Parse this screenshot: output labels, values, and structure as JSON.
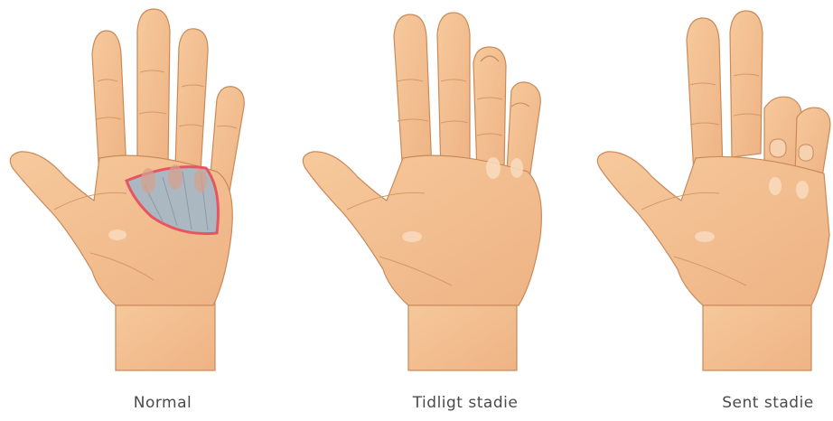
{
  "panels": [
    {
      "caption": "Normal"
    },
    {
      "caption": "Tidligt stadie"
    },
    {
      "caption": "Sent stadie"
    }
  ],
  "colors": {
    "skin": "#f3c08f",
    "skin_shadow": "#e3a978",
    "outline": "#c98a5a",
    "fascia": "#a9b8c4",
    "fascia_edge": "#e8505e",
    "background": "#ffffff"
  }
}
